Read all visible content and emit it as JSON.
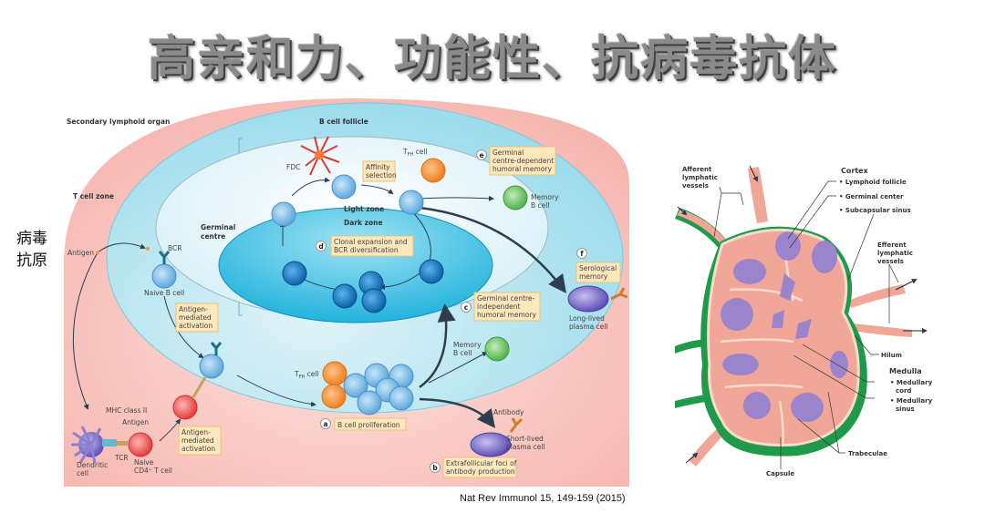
{
  "slide": {
    "title": "高亲和力、功能性、抗病毒抗体",
    "side_label_lines": [
      "病毒",
      "抗原"
    ],
    "citation": "Nat Rev Immunol 15, 149-159 (2015)"
  },
  "immune_figure": {
    "regions": {
      "secondary_lymphoid_organ": "Secondary lymphoid organ",
      "t_cell_zone": "T cell zone",
      "b_cell_follicle": "B cell follicle",
      "germinal_centre": [
        "Germinal",
        "centre"
      ],
      "light_zone": "Light zone",
      "dark_zone": "Dark zone"
    },
    "cell_labels": {
      "antigen": "Antigen",
      "bcr": "BCR",
      "naive_b_cell": "Naive B cell",
      "fdc": "FDC",
      "tfh_cell_top": "T",
      "tfh_sub": "FH",
      "tfh_suffix": " cell",
      "memory_b_cell_top": [
        "Memory",
        "B cell"
      ],
      "memory_b_cell_mid": [
        "Memory",
        "B cell"
      ],
      "long_lived_plasma": [
        "Long-lived",
        "plasma cell"
      ],
      "short_lived_plasma": [
        "Short-lived",
        "plasma cell"
      ],
      "antibody": "Antibody",
      "mhc_class_ii": "MHC class II",
      "antigen_dc": "Antigen",
      "tcr": "TCR",
      "dendritic_cell": [
        "Dendritic",
        "cell"
      ],
      "naive_cd4": [
        "Naive",
        "CD4⁺ T cell"
      ]
    },
    "boxes": {
      "affinity_selection": [
        "Affinity",
        "selection"
      ],
      "clonal_expansion": [
        "Clonal expansion and",
        "BCR diversification"
      ],
      "gc_dependent": [
        "Germinal",
        "centre-dependent",
        "humoral memory"
      ],
      "gc_independent": [
        "Germinal centre-",
        "independent",
        "humoral memory"
      ],
      "serological": [
        "Serological",
        "memory"
      ],
      "antigen_activation_b": [
        "Antigen-",
        "mediated",
        "activation"
      ],
      "antigen_activation_t": [
        "Antigen-",
        "mediated",
        "activation"
      ],
      "b_cell_proliferation": "B cell proliferation",
      "extrafollicular": [
        "Extrafollicular foci of",
        "antibody production"
      ]
    },
    "step_markers": {
      "a": "a",
      "b": "b",
      "c": "c",
      "d": "d",
      "e": "e",
      "f": "f"
    },
    "colors": {
      "outer_pink": "#f6b3ad",
      "follicle_blue": "#a8e2ef",
      "light_zone": "#e6f6fb",
      "dark_zone": "#3fbfe0",
      "b_cell": "#7fc0e8",
      "b_cell_dark": "#1a7fc4",
      "tfh": "#f7922f",
      "memory": "#6cc66a",
      "plasma": "#7a6bc8",
      "t_cell": "#e9534f",
      "box_fill": "#fde7bd",
      "box_stroke": "#e7c27a"
    }
  },
  "lymph_node_figure": {
    "labels": {
      "afferent": [
        "Afferent",
        "lymphatic",
        "vessels"
      ],
      "cortex": "Cortex",
      "lymphoid_follicle": "• Lymphoid follicle",
      "germinal_center": "• Germinal center",
      "subcapsular_sinus": "• Subcapsular sinus",
      "efferent": [
        "Efferent",
        "lymphatic",
        "vessels"
      ],
      "hilum": "Hilum",
      "medulla": "Medulla",
      "medullary_cord": [
        "• Medullary",
        "cord"
      ],
      "medullary_sinus": [
        "• Medullary",
        "sinus"
      ],
      "trabeculae": "Trabeculae",
      "capsule": "Capsule"
    },
    "colors": {
      "capsule_green": "#1f9a4a",
      "tissue_pink": "#f1a797",
      "follicle_purple": "#9b84cc",
      "trabecula": "#f7dccd"
    }
  }
}
